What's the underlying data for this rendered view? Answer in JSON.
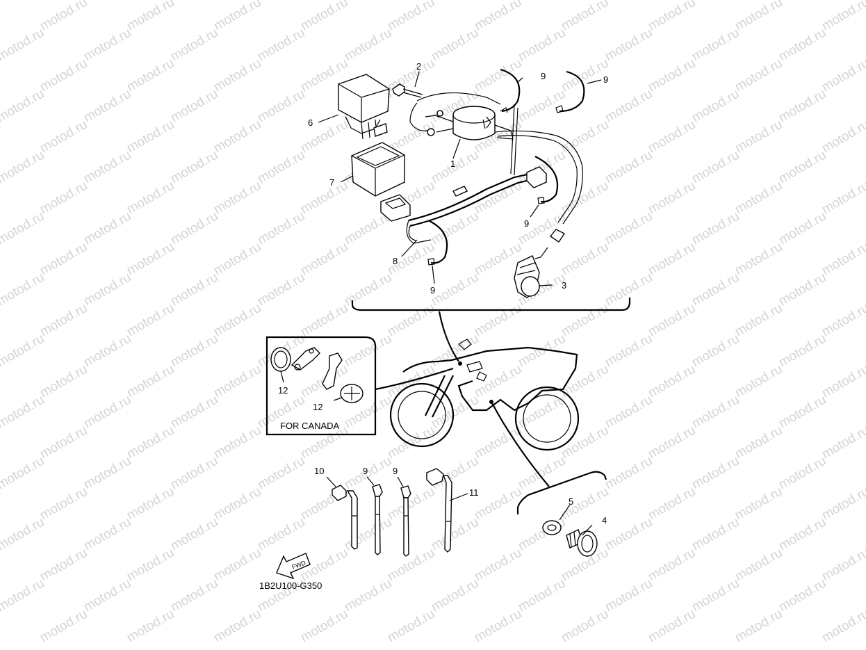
{
  "diagram": {
    "callouts": {
      "p1": "1",
      "p2": "2",
      "p3": "3",
      "p4": "4",
      "p5": "5",
      "p6": "6",
      "p7": "7",
      "p8": "8",
      "p9a": "9",
      "p9b": "9",
      "p9c": "9",
      "p9d": "9",
      "p9e": "9",
      "p9f": "9",
      "p10": "10",
      "p11": "11",
      "p12a": "12",
      "p12b": "12"
    },
    "inset_label": "FOR CANADA",
    "fwd_label": "FWD",
    "part_code": "1B2U100-G350",
    "watermark_text": "motod.ru"
  }
}
